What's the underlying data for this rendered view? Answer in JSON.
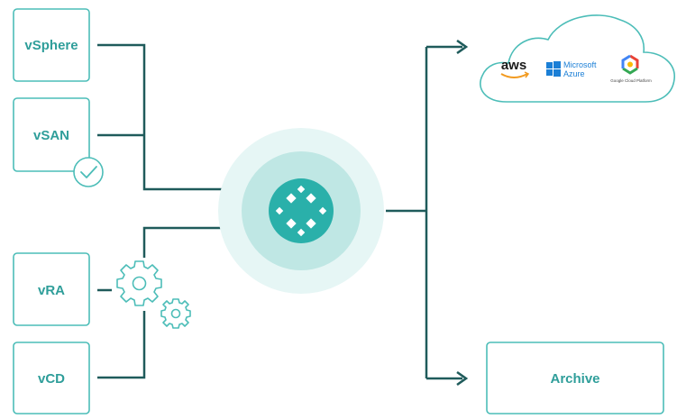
{
  "sources": [
    {
      "label": "vSphere"
    },
    {
      "label": "vSAN"
    },
    {
      "label": "vRA"
    },
    {
      "label": "vCD"
    }
  ],
  "targets": {
    "cloud": {
      "providers": [
        {
          "label": "aws"
        },
        {
          "label": "Microsoft"
        },
        {
          "label": "Azure"
        },
        {
          "label": "Google Cloud Platform"
        }
      ]
    },
    "archive": {
      "label": "Archive"
    }
  },
  "colors": {
    "accent": "#4cbdb8",
    "line": "#1f5b5b",
    "hub_outer": "#e6f6f5",
    "hub_middle": "#bfe7e4",
    "hub_core": "#2ab0aa",
    "aws_orange": "#f29a1f",
    "azure_blue": "#1b7fd6"
  },
  "icons": {
    "check": "check-circle-icon",
    "gears": "gears-icon",
    "hub": "hub-logo-icon",
    "cloud": "cloud-icon"
  }
}
